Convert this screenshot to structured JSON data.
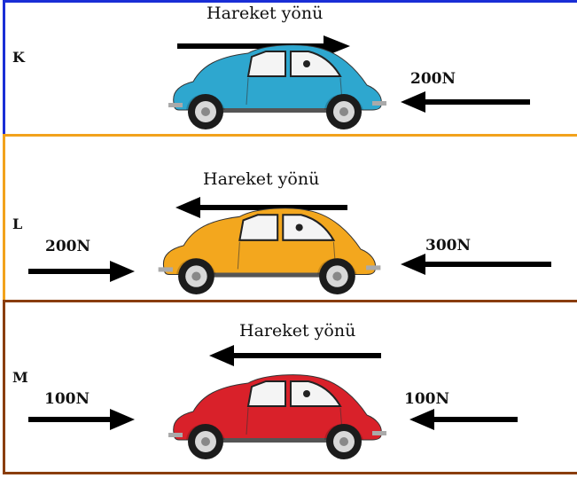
{
  "colors": {
    "panel_k_border": "#1a2ed6",
    "panel_l_border": "#f2a21c",
    "panel_m_border": "#8a3d0c",
    "car_k": "#2ea7cf",
    "car_l": "#f3a71e",
    "car_m": "#d9212a"
  },
  "panels": [
    {
      "letter": "K",
      "direction_label": "Hareket yönü",
      "direction": "right",
      "left_force": "",
      "right_force": "200N",
      "car_icon": "car-icon"
    },
    {
      "letter": "L",
      "direction_label": "Hareket yönü",
      "direction": "left",
      "left_force": "200N",
      "right_force": "300N",
      "car_icon": "car-icon"
    },
    {
      "letter": "M",
      "direction_label": "Hareket yönü",
      "direction": "left",
      "left_force": "100N",
      "right_force": "100N",
      "car_icon": "car-icon"
    }
  ]
}
